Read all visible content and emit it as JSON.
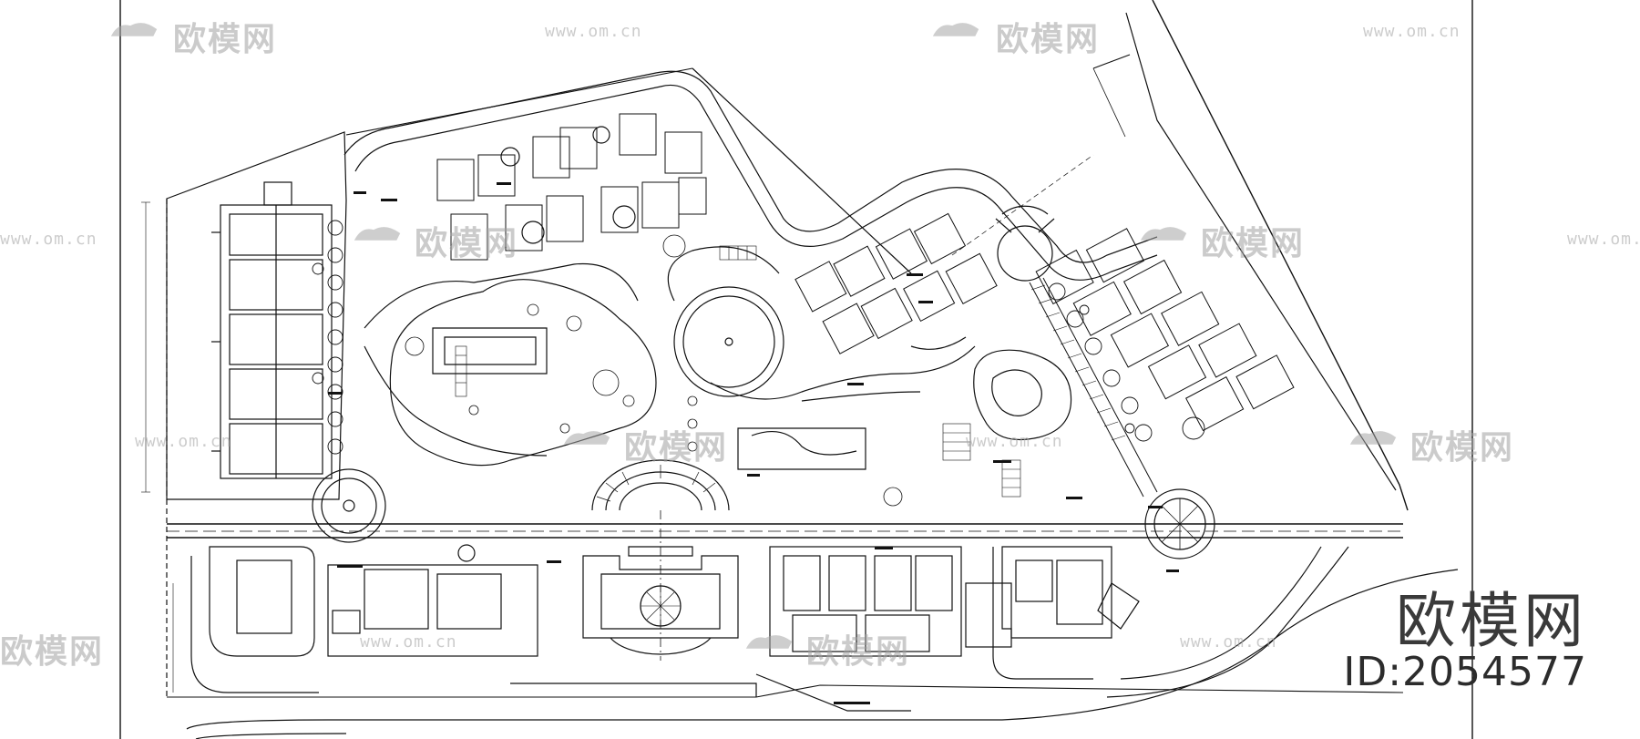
{
  "drawing": {
    "type": "landscape-site-plan",
    "line_color": "#111111",
    "background": "#ffffff"
  },
  "watermark": {
    "brand_text": "欧模网",
    "site_text": "www.om.cn",
    "color": "#a0a0a0"
  },
  "brand_label": "欧模网",
  "id_label": "ID:2054577"
}
